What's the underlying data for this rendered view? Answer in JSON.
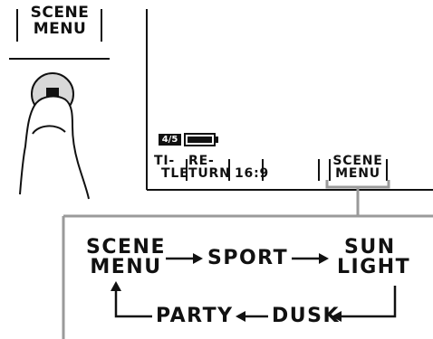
{
  "button": {
    "label_line1": "SCENE",
    "label_line2": "MENU"
  },
  "screen": {
    "tape_indicator": "4/5",
    "menu_items": [
      {
        "line1": "TI-",
        "line2": "TLE"
      },
      {
        "line1": "RE-",
        "line2": "TURN"
      },
      {
        "line1": "",
        "line2": "16:9"
      },
      {
        "line1": "SCENE",
        "line2": "MENU"
      }
    ]
  },
  "flow": {
    "start_line1": "SCENE",
    "start_line2": "MENU",
    "sport": "SPORT",
    "sunlight_line1": "SUN",
    "sunlight_line2": "LIGHT",
    "dusk": "DUSK",
    "party": "PARTY"
  },
  "icons": [
    "finger-press-icon",
    "battery-icon",
    "cassette-icon",
    "arrow-right-icon",
    "arrow-left-icon",
    "arrow-up-icon",
    "arrow-down-icon"
  ]
}
